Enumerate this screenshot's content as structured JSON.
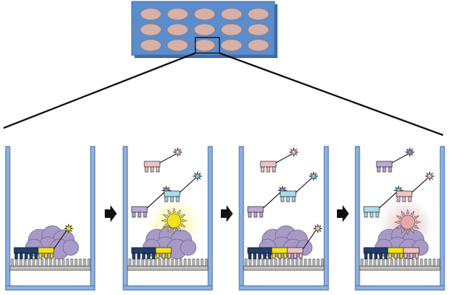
{
  "figure": {
    "plate": {
      "rows": 3,
      "columns": 5,
      "highlighted_well": {
        "row": 3,
        "column": 3
      }
    },
    "colors": {
      "plate": "#5b8ccc",
      "plate_shadow": "#3f6aa6",
      "plate_well": "#d8b0a6",
      "zoom_lines": "#111111",
      "well_wall": "#8fb0df",
      "surface": "#bdbdbd",
      "target_cloud": "#a89ac6",
      "anchor_probe": "#1f3f6a",
      "captured_probe": "#f5e11a",
      "probe_pink": "#f0c2c2",
      "probe_lavender": "#b9a8d8",
      "probe_cyan": "#a9dcec",
      "yellow_glow": "#fff38a",
      "pink_glow": "#d8a8a8",
      "arrow": "#111111"
    },
    "panels": [
      {
        "step": 1,
        "signal": "none",
        "free_probes": [],
        "bound_probes": [
          "yellow"
        ]
      },
      {
        "step": 2,
        "signal": "yellow-sun",
        "free_probes": [
          "pink",
          "lavender",
          "cyan"
        ],
        "bound_probes": [
          "yellow"
        ]
      },
      {
        "step": 3,
        "signal": "none",
        "free_probes": [
          "pink",
          "lavender",
          "cyan"
        ],
        "bound_probes": [
          "yellow",
          "pink"
        ]
      },
      {
        "step": 4,
        "signal": "pink-sun",
        "free_probes": [
          "lavender",
          "cyan",
          "pink"
        ],
        "bound_probes": [
          "yellow",
          "pink"
        ]
      }
    ],
    "icons": {
      "step_arrow": "right-arrow-icon",
      "fluorophore": "star-icon",
      "signal": "sun-icon"
    }
  }
}
